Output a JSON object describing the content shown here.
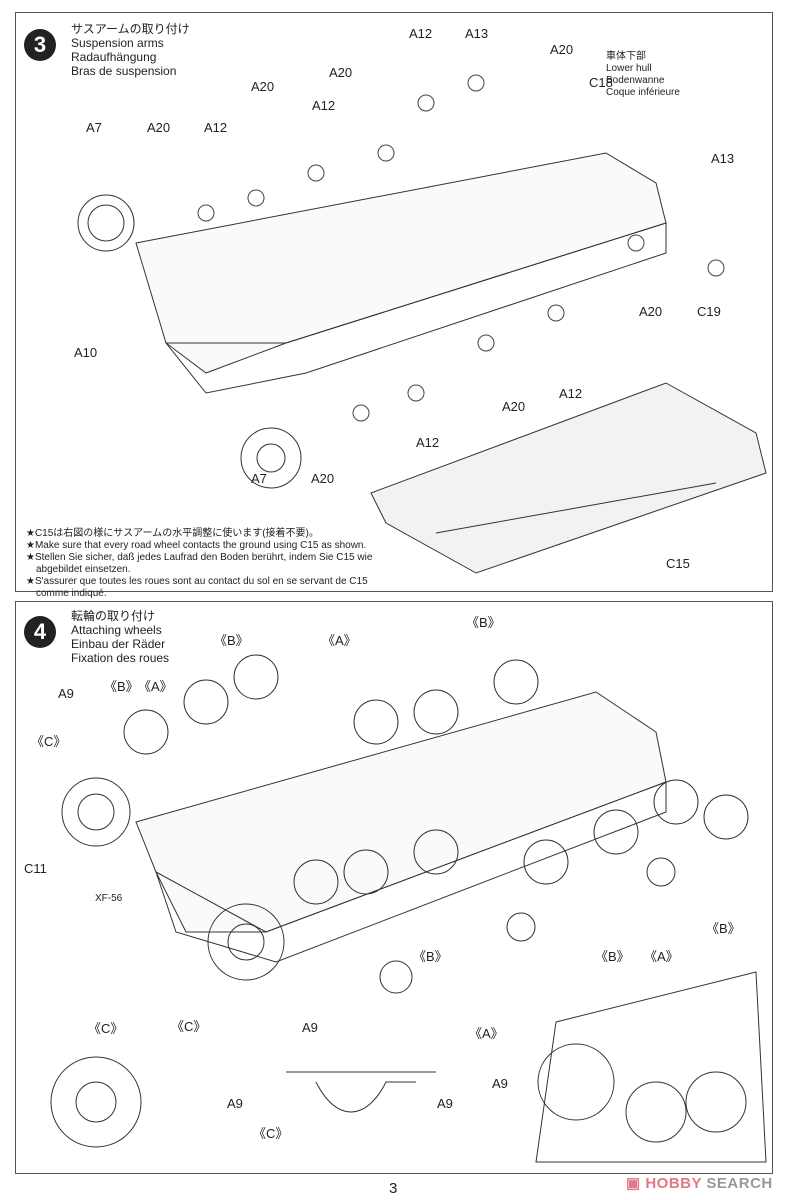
{
  "step3": {
    "number": "3",
    "title_jp": "サスアームの取り付け",
    "title_en": "Suspension arms",
    "title_de": "Radaufhängung",
    "title_fr": "Bras de suspension",
    "lower_hull": {
      "jp": "車体下部",
      "en": "Lower hull",
      "de": "Bodenwanne",
      "fr": "Coque inférieure"
    },
    "labels": [
      "A12",
      "A13",
      "A20",
      "C18",
      "A20",
      "A20",
      "A12",
      "A7",
      "A20",
      "A12",
      "A13",
      "A10",
      "A20",
      "A12",
      "A20",
      "C19",
      "A12",
      "A7",
      "A20",
      "C15"
    ],
    "notes": [
      "★C15は右図の様にサスアームの水平調整に使います(接着不要)。",
      "★Make sure that every road wheel contacts the ground using C15 as shown.",
      "★Stellen Sie sicher, daß jedes Laufrad den Boden berührt, indem Sie C15 wie abgebildet einsetzen.",
      "★S'assurer que toutes les roues sont au contact du sol en se servant de C15 comme indiqué."
    ]
  },
  "step4": {
    "number": "4",
    "title_jp": "転輪の取り付け",
    "title_en": "Attaching wheels",
    "title_de": "Einbau der Räder",
    "title_fr": "Fixation des roues",
    "labels": [
      "《B》",
      "《A》",
      "《B》",
      "A9",
      "《B》",
      "《A》",
      "《C》",
      "C11",
      "XF-56",
      "《B》",
      "《B》",
      "《A》",
      "《B》",
      "A9",
      "《C》",
      "《A》",
      "《C》",
      "A9",
      "A9",
      "《C》",
      "A9"
    ]
  },
  "page_number": "3",
  "watermark": {
    "icon": "hobby-search-logo",
    "brand_a": "HOBBY",
    "brand_b": "SEARCH",
    "color": "#e07a85"
  }
}
